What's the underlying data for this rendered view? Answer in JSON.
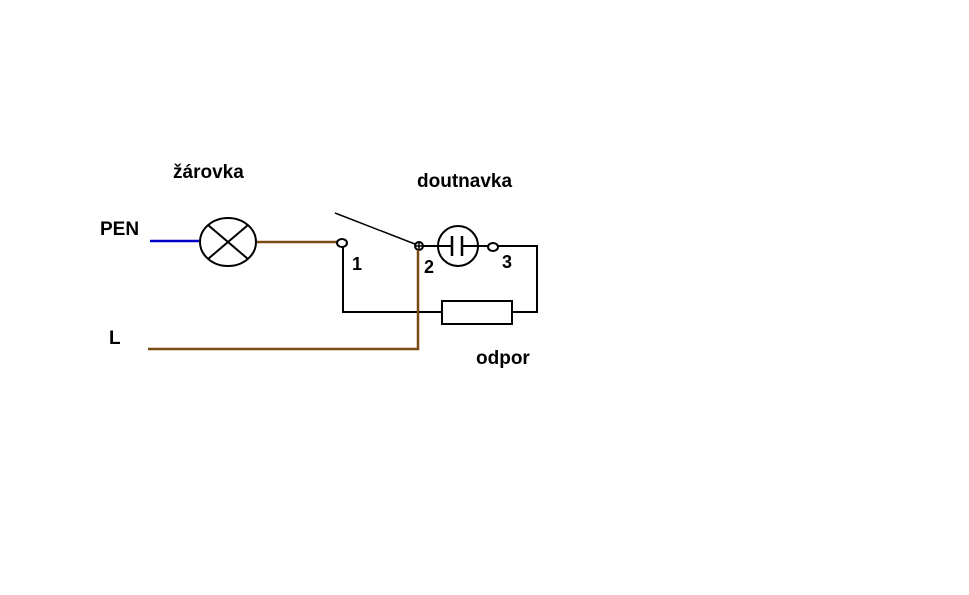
{
  "labels": {
    "lamp": "žárovka",
    "glow_starter": "doutnavka",
    "resistor": "odpor",
    "pen": "PEN",
    "line": "L"
  },
  "terminals": [
    "1",
    "2",
    "3"
  ],
  "colors": {
    "pen_wire": "#0000c8",
    "brown_wire": "#7a4a12",
    "black_wire": "#000000",
    "background": "#ffffff"
  }
}
